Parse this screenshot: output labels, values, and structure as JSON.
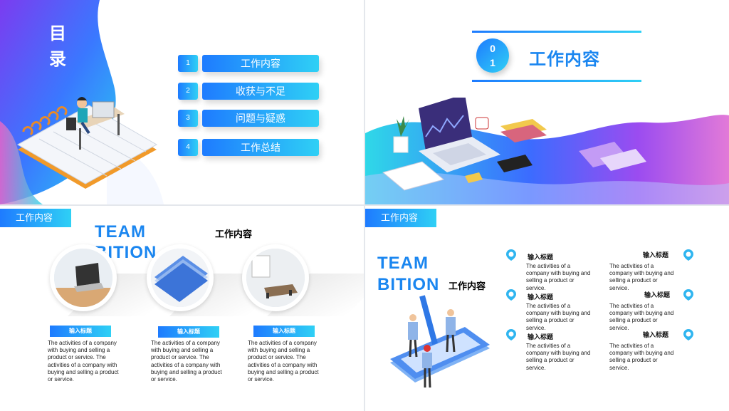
{
  "slide1": {
    "title": "目录",
    "items": [
      {
        "num": "1",
        "label": "工作内容"
      },
      {
        "num": "2",
        "label": "收获与不足"
      },
      {
        "num": "3",
        "label": "问题与疑惑"
      },
      {
        "num": "4",
        "label": "工作总结"
      }
    ]
  },
  "slide2": {
    "badge_top": "0",
    "badge_bottom": "1",
    "title": "工作内容"
  },
  "slide3": {
    "tag": "工作内容",
    "team_line1": "TEAM",
    "team_line2": "BITION",
    "subtitle": "工作内容",
    "columns": [
      {
        "badge": "输入标题",
        "text": "The activities of a company with buying and selling a product or service. The activities of a company with buying and selling a product or service."
      },
      {
        "badge": "输入标题",
        "text": "The activities of a company with buying and selling a product or service. The activities of a company with buying and selling a product or service."
      },
      {
        "badge": "输入标题",
        "text": "The activities of a company with buying and selling a product or service. The activities of a company with buying and selling a product or service."
      }
    ]
  },
  "slide4": {
    "tag": "工作内容",
    "team_line1": "TEAM",
    "team_line2": "BITION",
    "subtitle": "工作内容",
    "left_items": [
      {
        "title": "输入标题",
        "text": "The activities of a company with buying and selling a product or service."
      },
      {
        "title": "输入标题",
        "text": "The activities of a company with buying and selling a product or service."
      },
      {
        "title": "输入标题",
        "text": "The activities of a company with buying and selling a product or service."
      }
    ],
    "right_items": [
      {
        "title": "输入标题",
        "text": "The activities of a company with buying and selling a product or service."
      },
      {
        "title": "输入标题",
        "text": "The activities of a company with buying and selling a product or service."
      },
      {
        "title": "输入标题",
        "text": "The activities of a company with buying and selling a product or service."
      }
    ]
  },
  "colors": {
    "accent_blue": "#1e7bff",
    "accent_cyan": "#2fd0f5",
    "purple": "#8a5cf5"
  }
}
